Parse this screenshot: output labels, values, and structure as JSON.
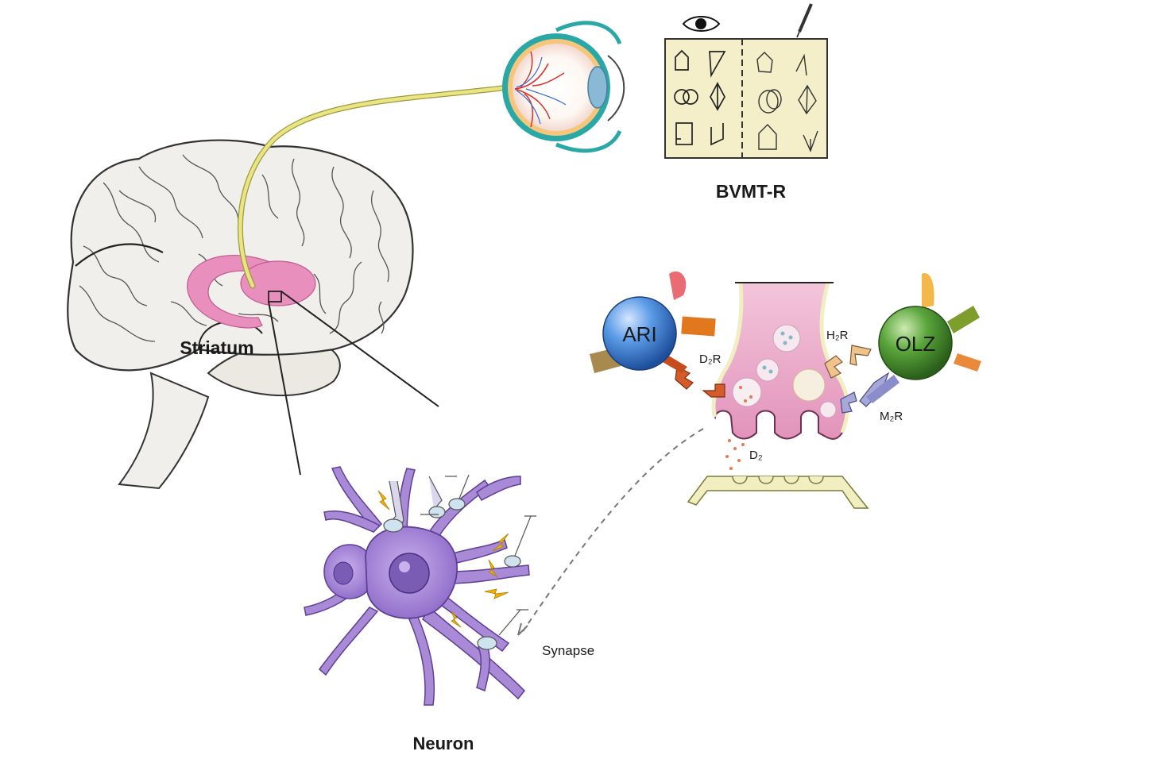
{
  "labels": {
    "bvmt": "BVMT-R",
    "striatum": "Striatum",
    "neuron": "Neuron",
    "synapse": "Synapse",
    "ari": "ARI",
    "olz": "OLZ",
    "d2r": "D₂R",
    "h2r": "H₂R",
    "m2r": "M₂R",
    "d2": "D₂"
  },
  "colors": {
    "brain_fill": "#f1efeb",
    "brain_outline": "#333333",
    "striatum": "#e98fbd",
    "optic_nerve": "#e9e37a",
    "eye_iris": "#2aa8a6",
    "card_fill": "#f4efc9",
    "neuron": "#a98ad6",
    "neuron_dark": "#7b5cb4",
    "terminal": "#e8a7c6",
    "ari": "#3f82d9",
    "olz": "#4f9a34",
    "postsynaptic": "#f1efc2",
    "spark": "#f0b400"
  },
  "icons": {
    "eye": "eye-icon",
    "pencil": "pencil-icon"
  }
}
